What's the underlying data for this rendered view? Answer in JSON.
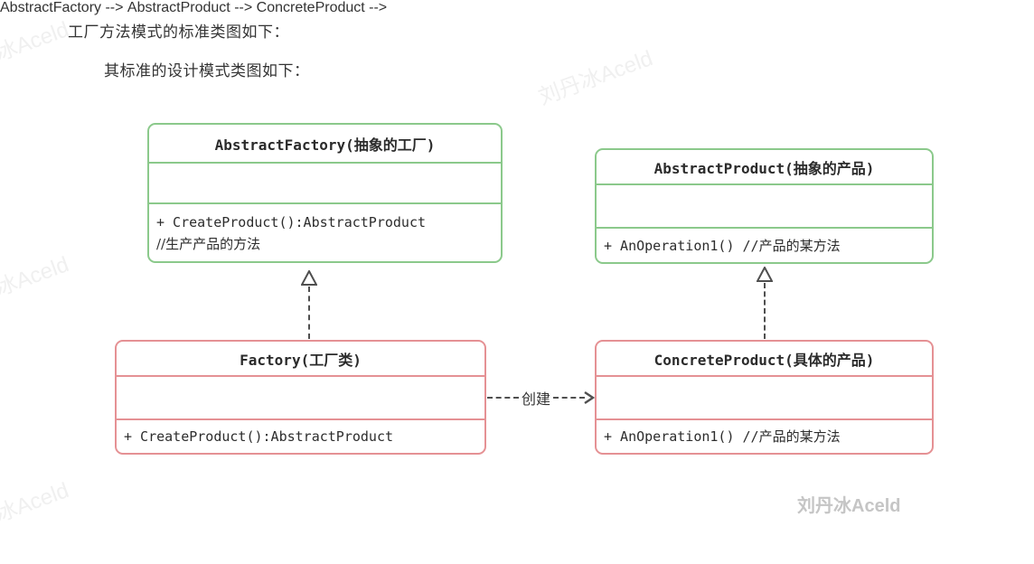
{
  "page": {
    "heading1": "工厂方法模式的标准类图如下：",
    "heading2": "其标准的设计模式类图如下："
  },
  "colors": {
    "abstract_box_border_green": "#8bc98b",
    "concrete_box_border_red": "#e59194",
    "arrow_line": "#4f4f4f",
    "text": "#333333",
    "watermark_faint": "#f0f0f0",
    "watermark_solid": "#c5c5c5"
  },
  "boxes": {
    "abstract_factory": {
      "title": "AbstractFactory(抽象的工厂)",
      "method": "+ CreateProduct():AbstractProduct",
      "comment": "//生产产品的方法"
    },
    "abstract_product": {
      "title": "AbstractProduct(抽象的产品)",
      "method": "+ AnOperation1() //产品的某方法"
    },
    "factory": {
      "title": "Factory(工厂类)",
      "method": "+ CreateProduct():AbstractProduct"
    },
    "concrete_product": {
      "title": "ConcreteProduct(具体的产品)",
      "method": "+ AnOperation1() //产品的某方法"
    }
  },
  "relations": {
    "factory_to_abstract_factory": "realization",
    "concrete_product_to_abstract_product": "realization",
    "create_label": "创建"
  },
  "watermark": {
    "text": "刘丹冰Aceld",
    "partial_text": "刘丹冰Aceld"
  }
}
